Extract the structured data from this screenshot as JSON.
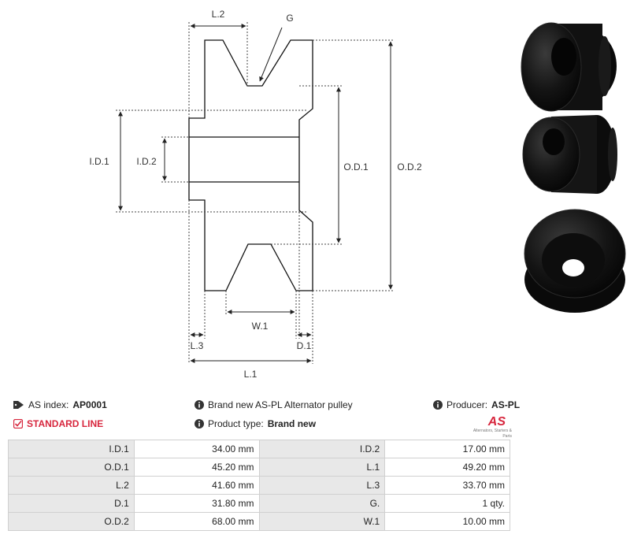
{
  "diagram": {
    "labels": {
      "l2": "L.2",
      "g": "G",
      "id1": "I.D.1",
      "id2": "I.D.2",
      "od1": "O.D.1",
      "od2": "O.D.2",
      "w1": "W.1",
      "l3": "L.3",
      "d1": "D.1",
      "l1": "L.1"
    }
  },
  "info": {
    "as_index_label": "AS index:",
    "as_index_value": "AP0001",
    "standard_line": "STANDARD LINE",
    "description": "Brand new AS-PL Alternator pulley",
    "product_type_label": "Product type:",
    "product_type_value": "Brand new",
    "producer_label": "Producer:",
    "producer_value": "AS-PL",
    "logo_mark": "AS",
    "logo_tagline": "Alternators, Starters & Parts"
  },
  "specs": [
    [
      "I.D.1",
      "34.00 mm",
      "I.D.2",
      "17.00 mm"
    ],
    [
      "O.D.1",
      "45.20 mm",
      "L.1",
      "49.20 mm"
    ],
    [
      "L.2",
      "41.60 mm",
      "L.3",
      "33.70 mm"
    ],
    [
      "D.1",
      "31.80 mm",
      "G.",
      "1 qty."
    ],
    [
      "O.D.2",
      "68.00 mm",
      "W.1",
      "10.00 mm"
    ]
  ],
  "colors": {
    "accent_red": "#d7263d",
    "product_black": "#111111"
  },
  "icons": [
    "tag-icon",
    "checkbox-icon",
    "info-icon"
  ]
}
